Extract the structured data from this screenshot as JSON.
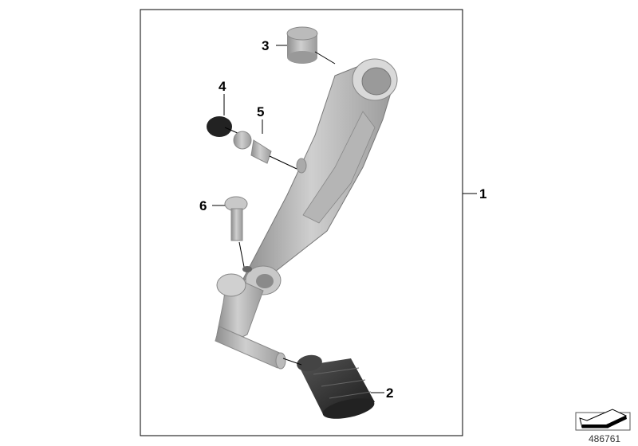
{
  "diagram": {
    "callouts": [
      {
        "id": "1",
        "text": "1"
      },
      {
        "id": "2",
        "text": "2"
      },
      {
        "id": "3",
        "text": "3"
      },
      {
        "id": "4",
        "text": "4"
      },
      {
        "id": "5",
        "text": "5"
      },
      {
        "id": "6",
        "text": "6"
      }
    ],
    "image_number": "486761",
    "icon": "arrow-down-left-icon"
  }
}
